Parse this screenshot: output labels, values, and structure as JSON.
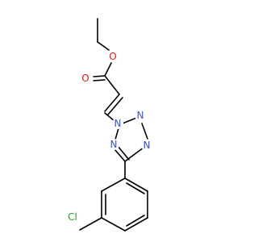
{
  "molecule": {
    "colors": {
      "bond": "#000000",
      "carbon": "#000000",
      "oxygen": "#ff0d0d",
      "nitrogen": "#3050f8",
      "chlorine": "#1fa01f"
    },
    "atoms": {
      "ester_oxygen": {
        "text": "O",
        "element": "oxygen"
      },
      "carbonyl_oxygen": {
        "text": "O",
        "element": "oxygen"
      },
      "tetrazole_n1": {
        "text": "N",
        "element": "nitrogen"
      },
      "tetrazole_n2": {
        "text": "N",
        "element": "nitrogen"
      },
      "tetrazole_n3": {
        "text": "N",
        "element": "nitrogen"
      },
      "tetrazole_n4": {
        "text": "N",
        "element": "nitrogen"
      },
      "chlorine": {
        "text": "Cl",
        "element": "chlorine"
      }
    }
  }
}
